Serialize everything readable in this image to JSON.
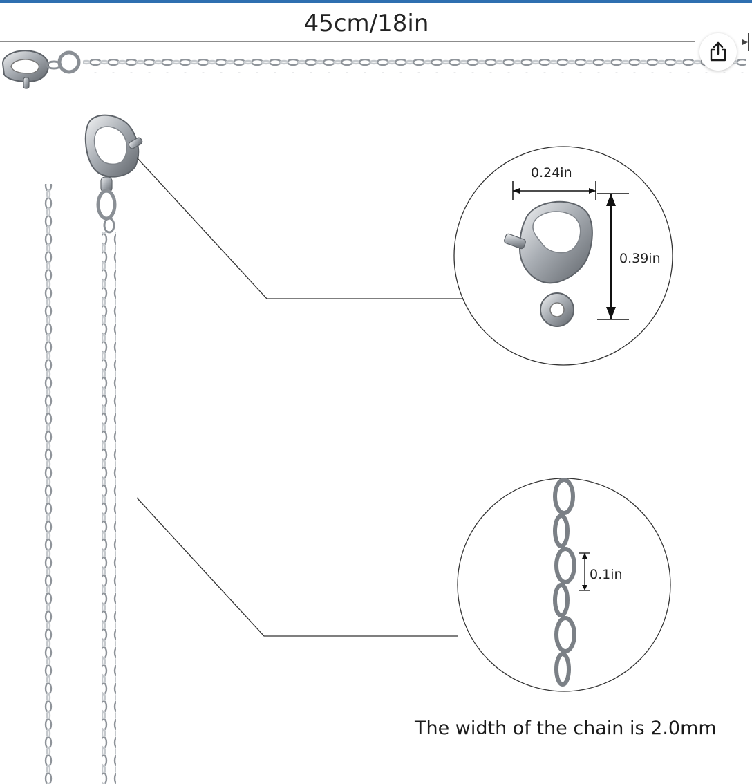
{
  "header": {
    "length_label": "45cm/18in"
  },
  "clasp_detail": {
    "width_label": "0.24in",
    "height_label": "0.39in"
  },
  "link_detail": {
    "link_length_label": "0.1in"
  },
  "caption": "The width of the chain is 2.0mm",
  "toolbar": {
    "share_icon": "share-icon"
  },
  "colors": {
    "accent_bar": "#2f6fb0",
    "chain_silver": "#b8bcc2",
    "chain_dark": "#6d7278"
  }
}
